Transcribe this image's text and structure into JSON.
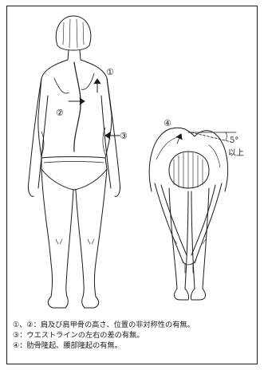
{
  "figure": {
    "markers": {
      "m1": "①",
      "m2": "②",
      "m3": "③",
      "m4": "④"
    },
    "angle": {
      "value": "5°",
      "qualifier": "以上"
    }
  },
  "caption": [
    "①、②：肩及び肩甲骨の高さ、位置の非対称性の有無。",
    "③：ウエストラインの左右の差の有無。",
    "④：肋骨隆起、腰部隆起の有無。"
  ]
}
